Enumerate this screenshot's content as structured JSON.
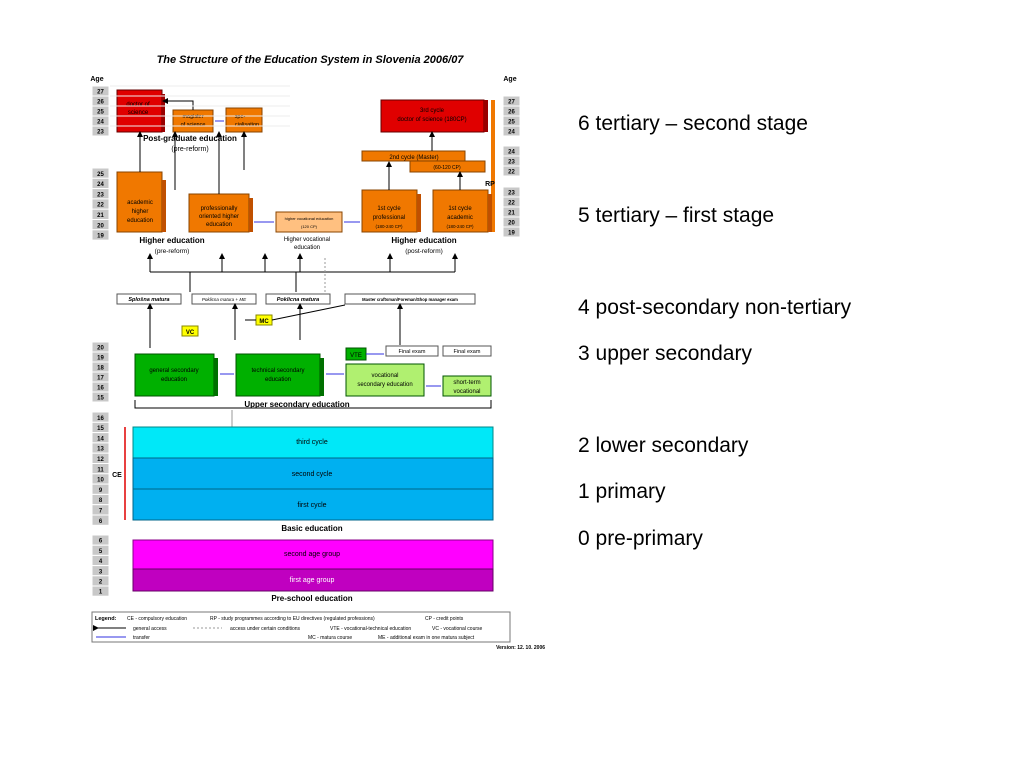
{
  "title": "The Structure of the Education System in Slovenia 2006/07",
  "age_label": "Age",
  "ages": {
    "postgrad": [
      "27",
      "26",
      "25",
      "24",
      "23"
    ],
    "higher": [
      "25",
      "24",
      "23",
      "22",
      "21",
      "20",
      "19"
    ],
    "right_top": [
      "27",
      "26",
      "25",
      "24"
    ],
    "right_mid": [
      "24",
      "23",
      "22"
    ],
    "right_low": [
      "23",
      "22",
      "21",
      "20",
      "19"
    ],
    "upper_secondary": [
      "20",
      "19",
      "18",
      "17",
      "16",
      "15"
    ],
    "basic": [
      "16",
      "15",
      "14",
      "13",
      "12",
      "11",
      "10",
      "9",
      "8",
      "7",
      "6"
    ],
    "preschool": [
      "6",
      "5",
      "4",
      "3",
      "2",
      "1"
    ]
  },
  "boxes": {
    "doctor": "doctor of science",
    "magister": "magister of science",
    "specialisation": "spe-cialisation",
    "postgrad_label": "Post-graduate education",
    "pre_reform": "(pre-reform)",
    "academic_he": "academic higher education",
    "prof_he": "professionally oriented higher education",
    "hve_box": "higher vocational education",
    "hve_cp": "(120 CP)",
    "higher_education": "Higher education",
    "higher_vocational": "Higher vocational education",
    "post_reform": "(post-reform)",
    "third_cycle": "3rd cycle",
    "third_cycle_sub": "doctor of science",
    "third_cycle_cp": "(180CP)",
    "second_cycle": "2nd cycle (Master)",
    "second_cycle_cp": "(60-120 CP)",
    "rp": "RP",
    "first_prof": "1st cycle professional",
    "first_prof_cp": "(180-240 CP)",
    "first_acad": "1st cycle academic",
    "first_acad_cp": "(180-240 CP)",
    "splosna_matura": "Splošna matura",
    "poklicna_me": "Poklicna matura + ME",
    "poklicna_matura": "Poklicna matura",
    "master_exam": "Master craftsman/Foreman/Shop manager exam",
    "mc": "MC",
    "vc": "VC",
    "vte": "VTE",
    "final_exam_1": "Final exam",
    "final_exam_2": "Final exam",
    "general_secondary": "general secondary education",
    "technical_secondary": "technical secondary education",
    "vocational_secondary": "vocational secondary education",
    "short_term": "short-term vocational",
    "upper_secondary_label": "Upper secondary education",
    "third_cycle_basic": "third cycle",
    "second_cycle_basic": "second cycle",
    "first_cycle_basic": "first cycle",
    "ce": "CE",
    "basic_label": "Basic education",
    "second_age_group": "second age group",
    "first_age_group": "first age group",
    "preschool_label": "Pre-school education"
  },
  "legend": {
    "heading": "Legend:",
    "ce": "CE - compulsory education",
    "rp": "RP - study programmes according to EU directives (regulated professions)",
    "cp": "CP - credit points",
    "general_access": "general access",
    "cond_access": "access under certain conditions",
    "vte": "VTE - vocational-technical education",
    "vc": "VC - vocational course",
    "transfer": "transfer",
    "mc": "MC - matura course",
    "me": "ME - additional exam in one matura subject"
  },
  "version": "Version: 12. 10. 2006",
  "side_labels": [
    "6 tertiary – second stage",
    "5 tertiary – first stage",
    "4 post-secondary  non-tertiary",
    "3 upper secondary",
    "2 lower secondary",
    "1 primary",
    "0 pre-primary"
  ],
  "colors": {
    "red": "#e00000",
    "orange": "#f07800",
    "peach": "#ffc080",
    "green": "#00b000",
    "light_green": "#b0f070",
    "yellow": "#ffff00",
    "cyan": "#00e8f8",
    "sky": "#00b0f0",
    "magenta": "#ff00ff",
    "purple": "#c000c0"
  }
}
